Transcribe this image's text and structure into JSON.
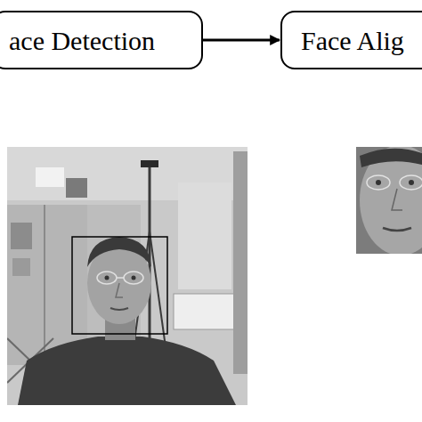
{
  "diagram": {
    "nodes": [
      {
        "text": [
          "ace Detection"
        ]
      },
      {
        "text": [
          "Face Alig"
        ]
      }
    ],
    "edges": [
      {
        "from": 0,
        "to": 1,
        "arrow": "to"
      }
    ]
  }
}
